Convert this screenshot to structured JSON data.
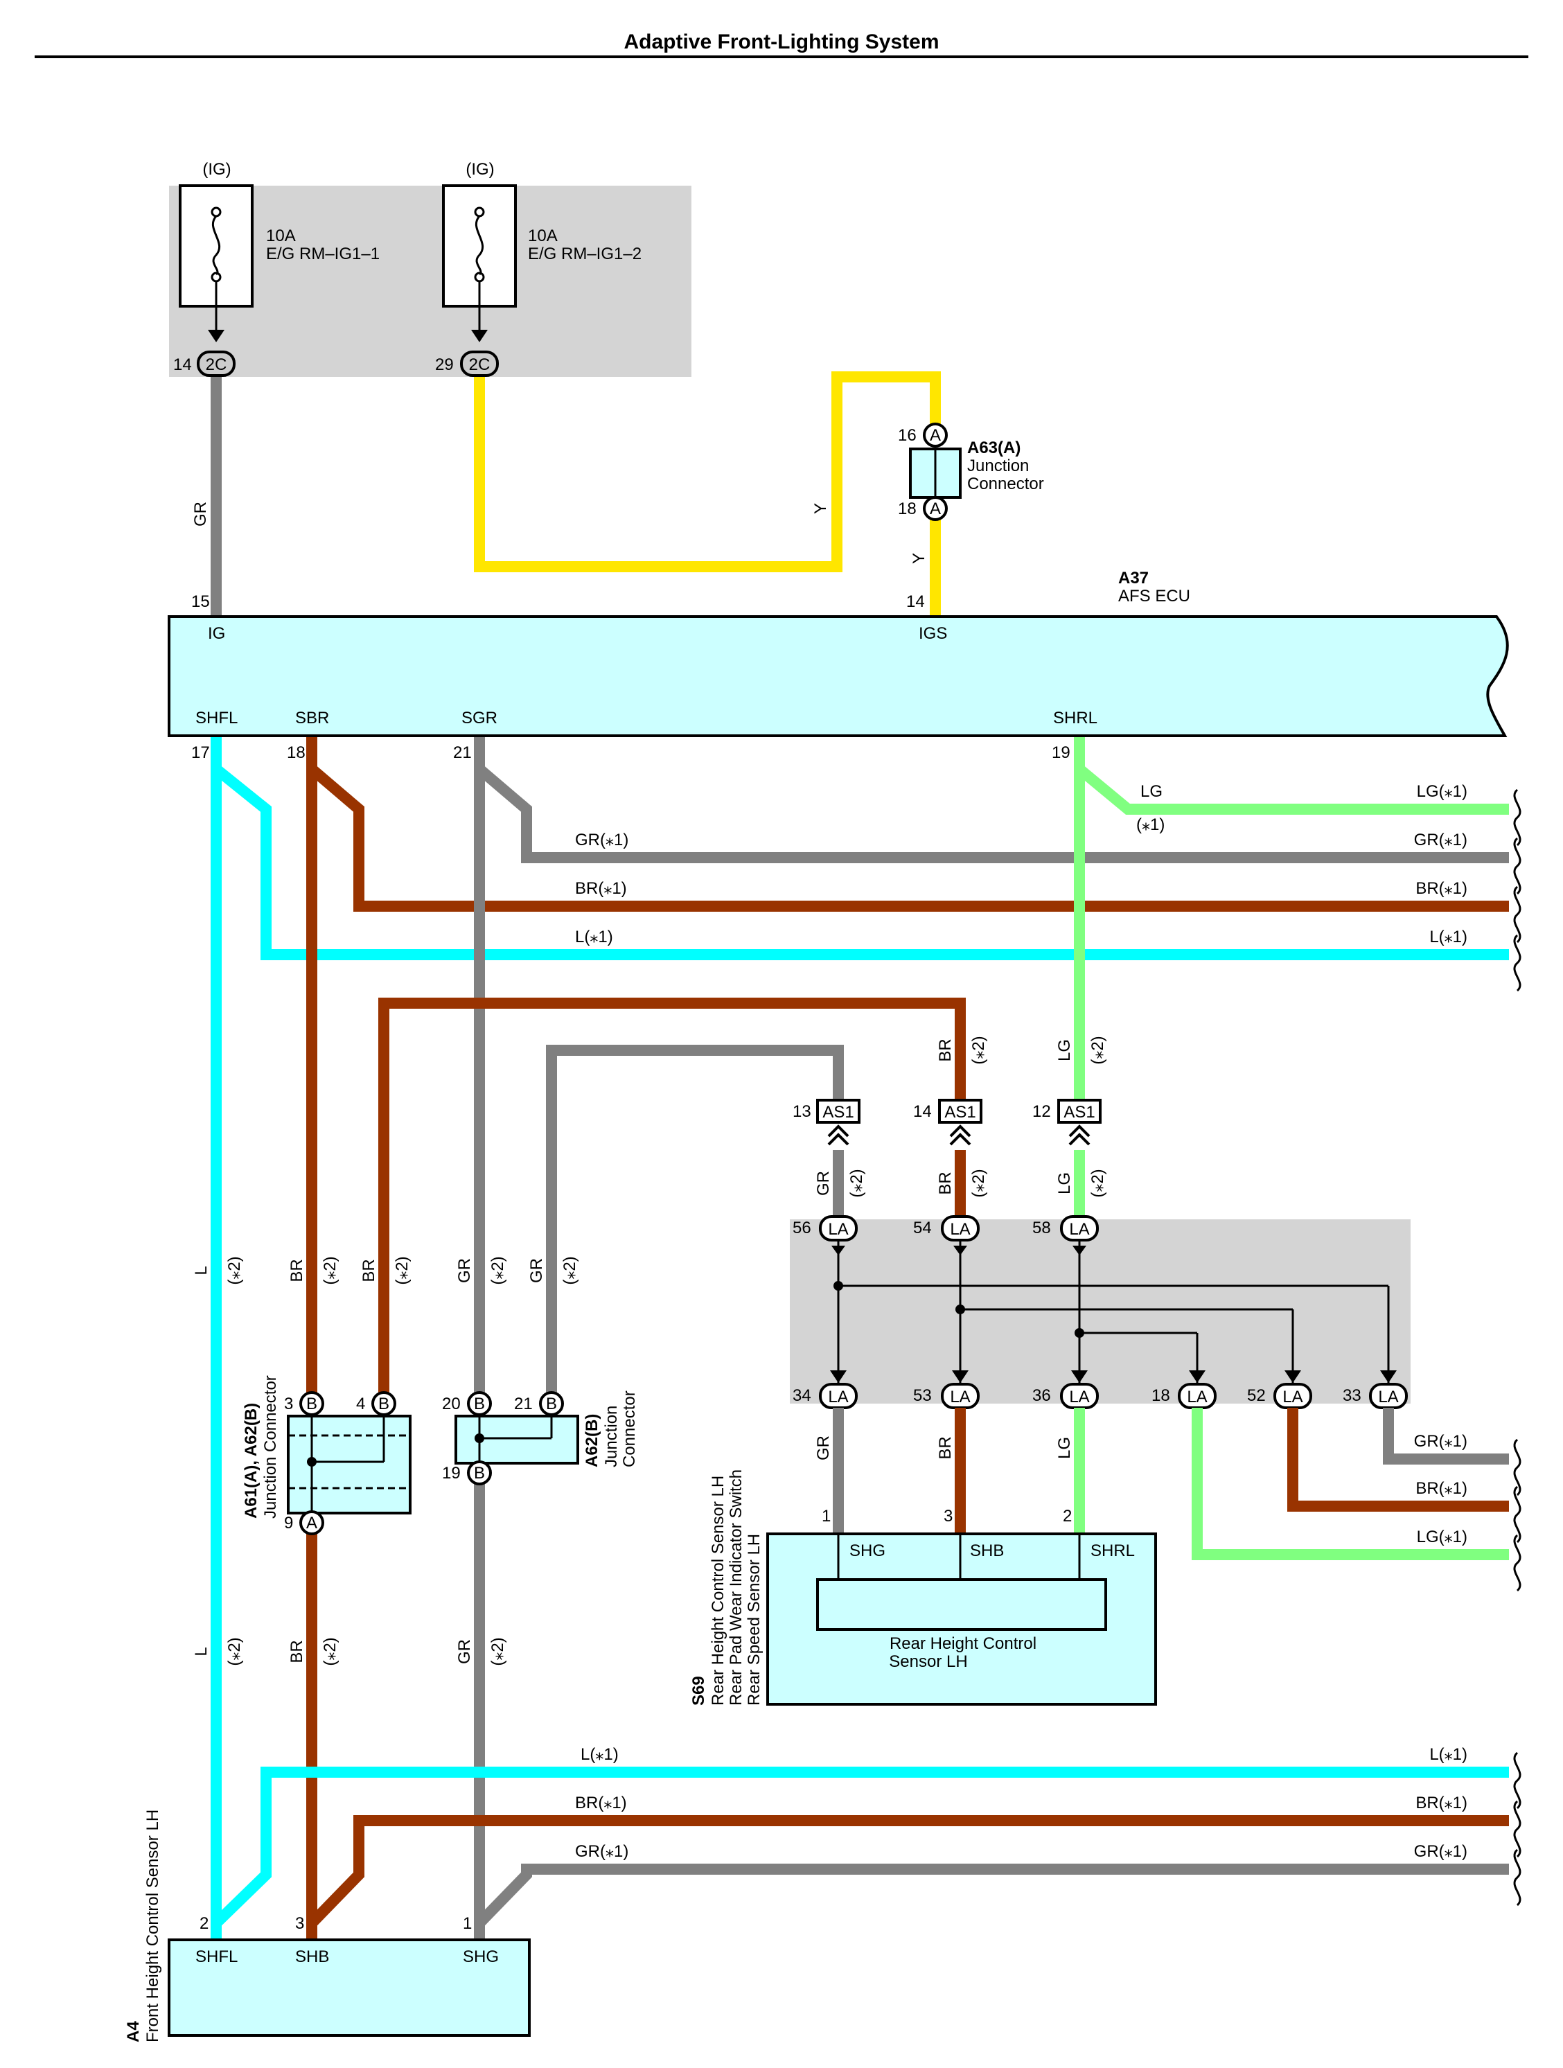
{
  "title": "Adaptive Front-Lighting System",
  "colors": {
    "GR": "#808080",
    "Y": "#ffe600",
    "BR": "#993300",
    "L": "#00ffff",
    "LG": "#80ff80",
    "component_fill": "#ccffff",
    "fuse_box_fill": "#d4d4d4"
  },
  "fuses": [
    {
      "source": "(IG)",
      "rating": "10A",
      "name": "E/G RM–IG1–1",
      "pin": "14",
      "connector": "2C"
    },
    {
      "source": "(IG)",
      "rating": "10A",
      "name": "E/G RM–IG1–2",
      "pin": "29",
      "connector": "2C"
    }
  ],
  "junction_a63": {
    "id": "A63(A)",
    "name_line1": "Junction",
    "name_line2": "Connector",
    "pin_top": "16",
    "pin_bottom": "18",
    "letter": "A"
  },
  "ecu": {
    "id": "A37",
    "name": "AFS ECU",
    "terminals": {
      "ig": {
        "label": "IG",
        "pin": "15"
      },
      "igs": {
        "label": "IGS",
        "pin": "14"
      },
      "shfl": {
        "label": "SHFL",
        "pin": "17"
      },
      "sbr": {
        "label": "SBR",
        "pin": "18"
      },
      "sgr": {
        "label": "SGR",
        "pin": "21"
      },
      "shrl": {
        "label": "SHRL",
        "pin": "19"
      }
    }
  },
  "wire_labels": {
    "gr": "GR",
    "y": "Y",
    "lg": "LG",
    "br": "BR",
    "l": "L",
    "note1": "(⁎1)",
    "note2": "(⁎2)",
    "gr1": "GR(⁎1)",
    "br1": "BR(⁎1)",
    "l1": "L(⁎1)",
    "lg1": "LG(⁎1)"
  },
  "as1_connector": {
    "letter": "AS1",
    "pins": [
      "13",
      "14",
      "12"
    ]
  },
  "la_connector": {
    "letter": "LA",
    "top_pins": [
      "56",
      "54",
      "58"
    ],
    "bottom_pins": [
      "34",
      "53",
      "36",
      "18",
      "52",
      "33"
    ]
  },
  "junction_a61_a62": {
    "id": "A61(A), A62(B)",
    "name": "Junction Connector",
    "pins_b": [
      "3",
      "4"
    ],
    "pin_a": "9"
  },
  "junction_a62b": {
    "id": "A62(B)",
    "name_line1": "Junction",
    "name_line2": "Connector",
    "pins_b": [
      "20",
      "21"
    ],
    "pin_bottom": "19"
  },
  "sensor_s69": {
    "id": "S69",
    "name_line1": "Rear Height Control Sensor LH",
    "name_line2": "Rear Pad Wear Indicator Switch",
    "name_line3": "Rear Speed Sensor LH",
    "inner_line1": "Rear Height Control",
    "inner_line2": "Sensor LH",
    "terminals": [
      {
        "label": "SHG",
        "pin": "1"
      },
      {
        "label": "SHB",
        "pin": "3"
      },
      {
        "label": "SHRL",
        "pin": "2"
      }
    ]
  },
  "sensor_a4": {
    "id": "A4",
    "name": "Front Height Control Sensor LH",
    "terminals": [
      {
        "label": "SHFL",
        "pin": "2"
      },
      {
        "label": "SHB",
        "pin": "3"
      },
      {
        "label": "SHG",
        "pin": "1"
      }
    ]
  }
}
